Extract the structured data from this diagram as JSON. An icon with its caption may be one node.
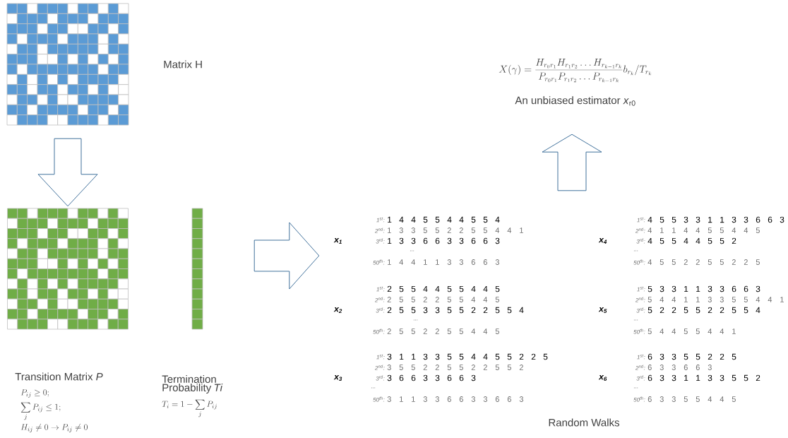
{
  "diagram": {
    "nodes": [
      {
        "text": [],
        "shape": "picture",
        "beside": [
          "Matrix H"
        ]
      },
      {
        "text": [],
        "shape": "picture",
        "beside": [
          "Transition Matrix *P*",
          "P_{ij} \\geq 0;",
          "\\sum_j P_{ij} \\leq 1;",
          "H_{ij} \\neq 0 \\rightarrow P_{ij} \\neq 0"
        ]
      },
      {
        "text": [],
        "shape": "picture",
        "beside": [
          "Termination Probability *Ti*",
          "T_i = 1 - \\sum_j P_{ij}"
        ]
      },
      {
        "text": [
          "Random Walks"
        ]
      },
      {
        "text": [
          "X(\\gamma) = \\frac{H_{r_0 r_1} H_{r_1 r_2} \\ldots H_{r_{k-1} r_k}}{P_{r_0 r_1} P_{r_1 r_2} \\ldots P_{r_{k-1} r_k}} b_{r_k} / T_{r_k}",
          "An unbiased estimator *x*$_{r0}$"
        ]
      }
    ],
    "edges": [
      {
        "from": 0,
        "to": 1,
        "arrow": "to"
      },
      {
        "from": 2,
        "to": 3,
        "arrow": "to"
      },
      {
        "from": 3,
        "to": 4,
        "arrow": "to"
      }
    ],
    "labels": [
      "1$^{st}$:",
      "1 4 4 5 5 4 4 5 5 4",
      "2$^{nd}$:",
      "1 3 3 5 5 2 2 5 5 4 4 1",
      "x$_{1}$",
      "3$^{rd}$:",
      "1 3 3 6 6 3 3 6 6 3",
      "...",
      "50$^{th}$:",
      "1 4 4 1 1 3 3 6 6 3",
      "1$^{st}$:",
      "2 5 5 4 4 5 5 4 4 5",
      "2$^{nd}$:",
      "2 5 5 2 2 5 5 4 4 5",
      "x$_{2}$",
      "3$^{rd}$:",
      "2 5 5 3 3 5 5 2 2 5 5 4",
      "...",
      "50$^{th}$:",
      "2 5 5 2 2 5 5 4 4 5",
      "1$^{st}$:",
      "3 1 1 3 3 5 5 4 4 5 5 2 2 5",
      "2$^{nd}$:",
      "3 5 5 2 2 5 5 2 2 5 5 2",
      "x$_{3}$",
      "3$^{rd}$:",
      "3 6 6 3 3 6 6 3",
      "...",
      "50$^{th}$:",
      "3 1 1 3 3 6 6 3 3 6 6 3",
      "1$^{st}$:",
      "4 5 5 3 3 1 1 3 3 6 6 3",
      "2$^{nd}$:",
      "4 1 1 4 4 5 5 4 4 5",
      "x$_{4}$",
      "3$^{rd}$:",
      "4 5 5 4 4 5 5 2",
      "...",
      "50$^{th}$:",
      "4 5 5 2 2 5 5 2 2 5",
      "1$^{st}$:",
      "5 3 3 1 1 3 3 6 6 3",
      "2$^{nd}$:",
      "5 4 4 1 1 3 3 5 5 4 4 1",
      "x$_{5}$",
      "3$^{rd}$:",
      "5 2 2 5 5 2 2 5 5 4",
      "...",
      "50$^{th}$:",
      "5 4 4 5 5 4 4 1",
      "1$^{st}$:",
      "6 3 3 5 5 2 2 5",
      "2$^{nd}$:",
      "6 3 3 6 6 3",
      "x$_{6}$",
      "3$^{rd}$:",
      "6 3 3 1 1 3 3 5 5 2",
      "...",
      "50$^{th}$:",
      "6 3 3 5 5 4 4 5"
    ]
  }
}
